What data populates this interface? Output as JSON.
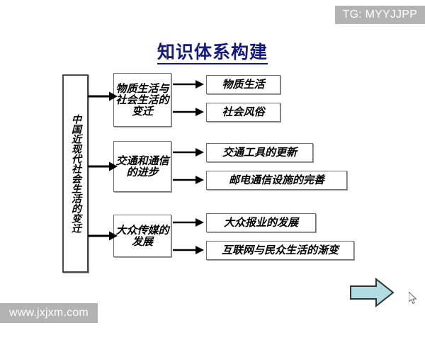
{
  "page": {
    "background_color": "#ffffff",
    "title": "知识体系构建",
    "title_color": "#141a80"
  },
  "watermarks": {
    "top_right": "TG: MYYJJPP",
    "bottom_left": "www.jxjxm.com",
    "bar_color": "#b3b3b3",
    "text_color": "#ffffff"
  },
  "diagram": {
    "root": {
      "label": "中国近现代社会生活的变迁",
      "orientation": "vertical"
    },
    "branches": [
      {
        "label": "物质生活与社会生活的变迁",
        "leaves": [
          {
            "label": "物质生活"
          },
          {
            "label": "社会风俗"
          }
        ]
      },
      {
        "label": "交通和通信的进步",
        "leaves": [
          {
            "label": "交通工具的更新"
          },
          {
            "label": "邮电通信设施的完善"
          }
        ]
      },
      {
        "label": "大众传媒的发展",
        "leaves": [
          {
            "label": "大众报业的发展"
          },
          {
            "label": "互联网与民众生活的渐变"
          }
        ]
      }
    ],
    "connector_color": "#000000",
    "box_border_color": "#6e6e6e"
  },
  "decoration": {
    "next_arrow_fill": "#b3dce2",
    "next_arrow_stroke": "#333333",
    "next_arrow_direction": "right"
  }
}
